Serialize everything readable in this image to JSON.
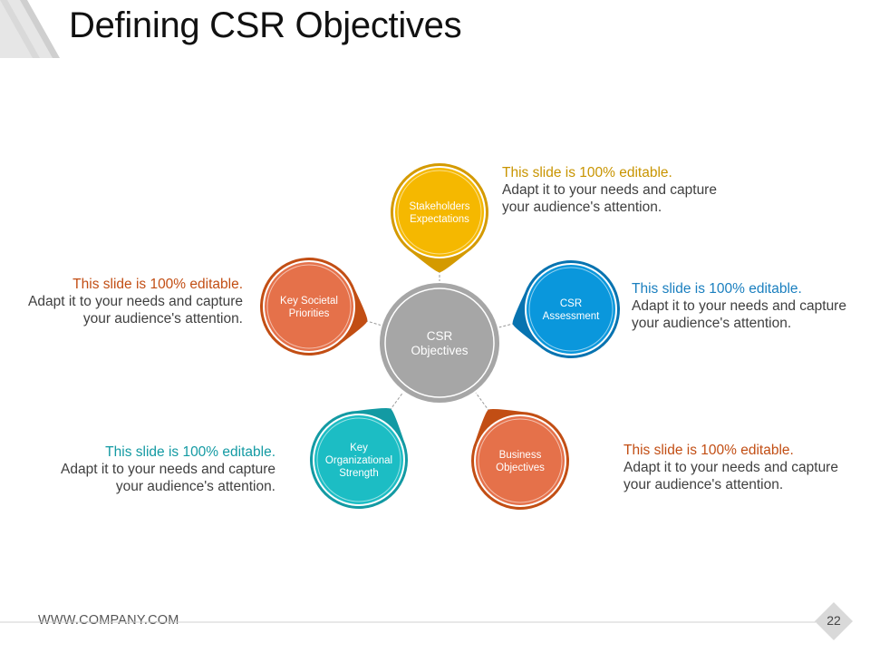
{
  "slide": {
    "title": "Defining CSR Objectives",
    "footer_url": "WWW.COMPANY.COM",
    "page_number": "22"
  },
  "diagram": {
    "center": {
      "lines": [
        "CSR",
        "Objectives"
      ],
      "color": "#a6a6a6"
    },
    "nodes": [
      {
        "id": "stakeholders",
        "lines": [
          "Stakeholders",
          "Expectations"
        ],
        "color": "#f5b800",
        "dark": "#d49a00"
      },
      {
        "id": "csr-assessment",
        "lines": [
          "CSR",
          "Assessment"
        ],
        "color": "#0a97dc",
        "dark": "#0773b0"
      },
      {
        "id": "business",
        "lines": [
          "Business",
          "Objectives"
        ],
        "color": "#e5714a",
        "dark": "#c24e14"
      },
      {
        "id": "key-org",
        "lines": [
          "Key",
          "Organizational",
          "Strength"
        ],
        "color": "#1cbdc4",
        "dark": "#139aa3"
      },
      {
        "id": "key-societal",
        "lines": [
          "Key Societal",
          "Priorities"
        ],
        "color": "#e5714a",
        "dark": "#c24e14"
      }
    ]
  },
  "blurbs": [
    {
      "id": "stakeholders",
      "highlight": "This slide is 100% editable.",
      "body": "Adapt it to your needs and capture your audience's attention.",
      "color": "#c89400"
    },
    {
      "id": "csr-assessment",
      "highlight": "This slide is 100% editable.",
      "body": "Adapt it to your needs and capture your audience's attention.",
      "color": "#1a7fbf"
    },
    {
      "id": "business",
      "highlight": "This slide is 100% editable.",
      "body": "Adapt it to your needs and capture your audience's attention.",
      "color": "#c24e14"
    },
    {
      "id": "key-org",
      "highlight": "This slide is 100% editable.",
      "body": "Adapt it to your needs and capture your audience's attention.",
      "color": "#139aa3"
    },
    {
      "id": "key-societal",
      "highlight": "This slide is 100% editable.",
      "body": "Adapt it to your needs and capture your audience's attention.",
      "color": "#c24e14"
    }
  ]
}
